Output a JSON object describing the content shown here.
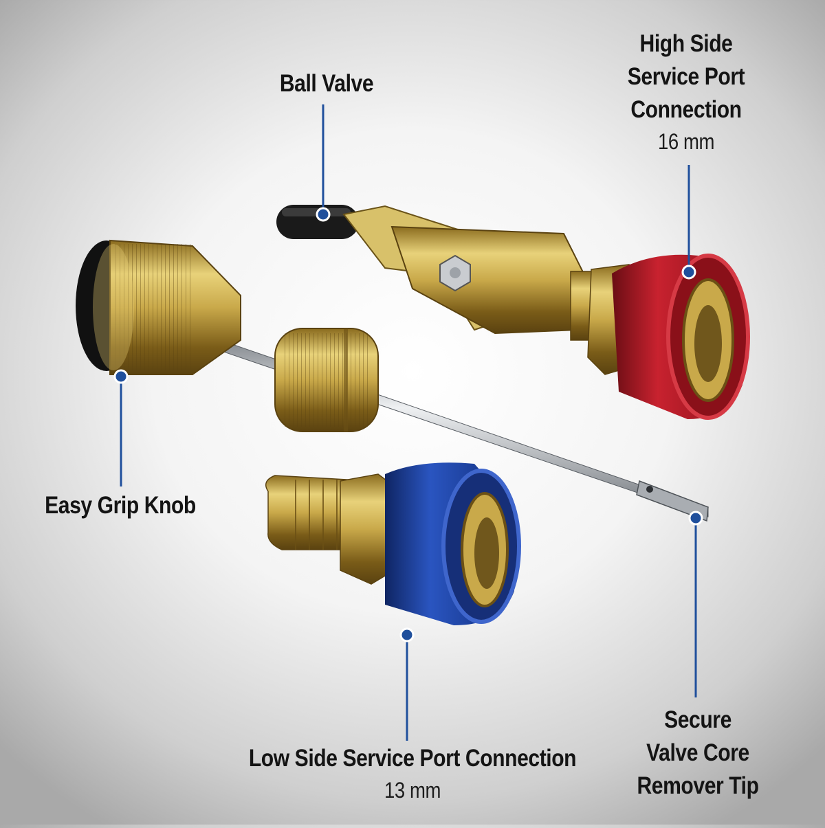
{
  "labels": {
    "ball_valve": {
      "title": "Ball Valve"
    },
    "high_side": {
      "title_lines": [
        "High Side",
        "Service Port",
        "Connection"
      ],
      "size": "16 mm"
    },
    "easy_grip": {
      "title": "Easy Grip Knob"
    },
    "low_side": {
      "title": "Low Side Service Port Connection",
      "size": "13 mm"
    },
    "remover_tip": {
      "title_lines": [
        "Secure",
        "Valve Core",
        "Remover Tip"
      ]
    }
  },
  "colors": {
    "leader": "#1f4f9c",
    "brass": "#c9a94a",
    "red_coupler": "#b01a26",
    "blue_coupler": "#1c3f9a",
    "steel": "#bfc3c8"
  }
}
